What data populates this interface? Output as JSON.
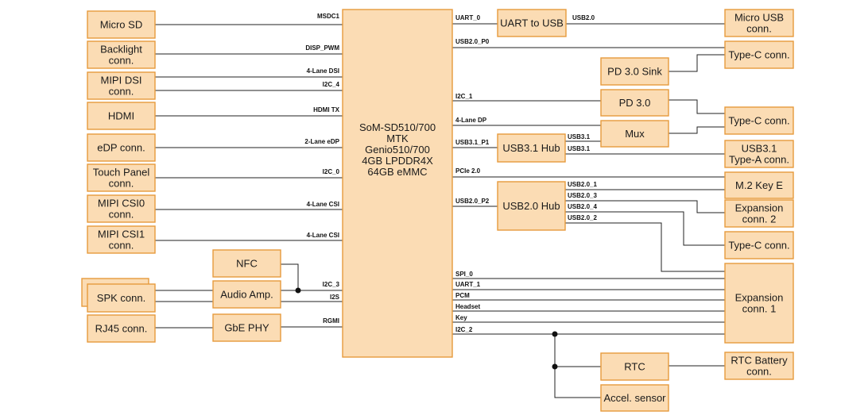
{
  "blocks": {
    "micro_sd": [
      "Micro SD"
    ],
    "backlight": [
      "Backlight",
      "conn."
    ],
    "mipi_dsi": [
      "MIPI DSI",
      "conn."
    ],
    "hdmi": [
      "HDMI"
    ],
    "edp": [
      "eDP conn."
    ],
    "touch": [
      "Touch Panel",
      "conn."
    ],
    "csi0": [
      "MIPI CSI0",
      "conn."
    ],
    "csi1": [
      "MIPI CSI1",
      "conn."
    ],
    "nfc": [
      "NFC"
    ],
    "audio_amp": [
      "Audio Amp."
    ],
    "spk": [
      "SPK conn."
    ],
    "gbe_phy": [
      "GbE PHY"
    ],
    "rj45": [
      "RJ45 conn."
    ],
    "som": [
      "SoM-SD510/700",
      "MTK",
      "Genio510/700",
      "4GB LPDDR4X",
      "64GB eMMC"
    ],
    "uart_usb": [
      "UART to USB"
    ],
    "micro_usb": [
      "Micro USB",
      "conn."
    ],
    "typec1": [
      "Type-C conn."
    ],
    "pd_sink": [
      "PD 3.0 Sink"
    ],
    "pd30": [
      "PD 3.0"
    ],
    "mux": [
      "Mux"
    ],
    "typec2": [
      "Type-C conn."
    ],
    "usb31_hub": [
      "USB3.1 Hub"
    ],
    "usb31_conn": [
      "USB3.1",
      "Type-A conn."
    ],
    "m2": [
      "M.2 Key E"
    ],
    "usb20_hub": [
      "USB2.0 Hub"
    ],
    "exp2": [
      "Expansion",
      "conn. 2"
    ],
    "typec3": [
      "Type-C conn."
    ],
    "exp1": [
      "Expansion",
      "conn. 1"
    ],
    "rtc": [
      "RTC"
    ],
    "rtc_bat": [
      "RTC Battery",
      "conn."
    ],
    "accel": [
      "Accel. sensor"
    ]
  },
  "signals": {
    "msdc1": "MSDC1",
    "disp_pwm": "DISP_PWM",
    "lane4_dsi": "4-Lane DSI",
    "i2c_4": "I2C_4",
    "hdmi_tx": "HDMI TX",
    "lane2_edp": "2-Lane eDP",
    "i2c_0": "I2C_0",
    "lane4_csi_a": "4-Lane CSI",
    "lane4_csi_b": "4-Lane CSI",
    "i2c_3": "I2C_3",
    "i2s": "I2S",
    "rgmi": "RGMI",
    "uart_0": "UART_0",
    "usb2_0": "USB2.0",
    "usb20_p0": "USB2.0_P0",
    "i2c_1": "I2C_1",
    "lane4_dp": "4-Lane DP",
    "usb31_p1": "USB3.1_P1",
    "usb31_a": "USB3.1",
    "usb31_b": "USB3.1",
    "pcie": "PCIe 2.0",
    "usb20_p2": "USB2.0_P2",
    "usb20_1": "USB2.0_1",
    "usb20_3": "USB2.0_3",
    "usb20_4": "USB2.0_4",
    "usb20_2": "USB2.0_2",
    "spi_0": "SPI_0",
    "uart_1": "UART_1",
    "pcm": "PCM",
    "headset": "Headset",
    "key": "Key",
    "i2c_2": "I2C_2"
  },
  "colors": {
    "block_fill": "#fbdcb4",
    "block_stroke": "#e79a3c",
    "wire": "#222222"
  }
}
